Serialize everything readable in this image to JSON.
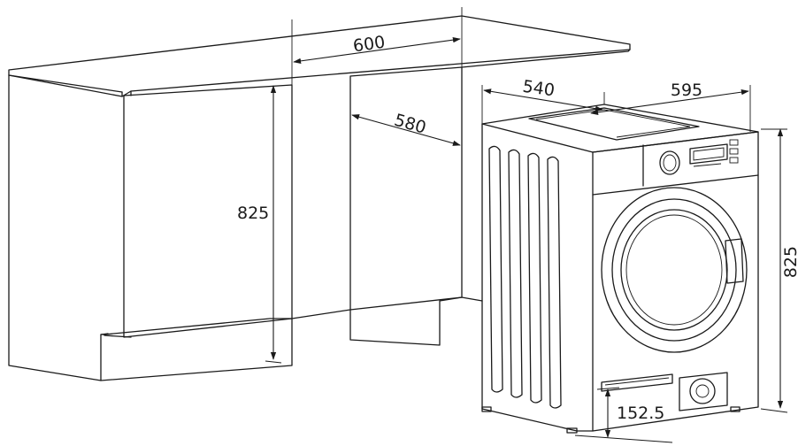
{
  "dimensions": {
    "cabinet_opening_width": "600",
    "cabinet_opening_depth": "580",
    "cabinet_opening_height": "825",
    "machine_depth": "540",
    "machine_width": "595",
    "machine_height": "825",
    "plinth_height": "152.5"
  },
  "colors": {
    "line": "#1a1a1a",
    "background": "#ffffff"
  }
}
